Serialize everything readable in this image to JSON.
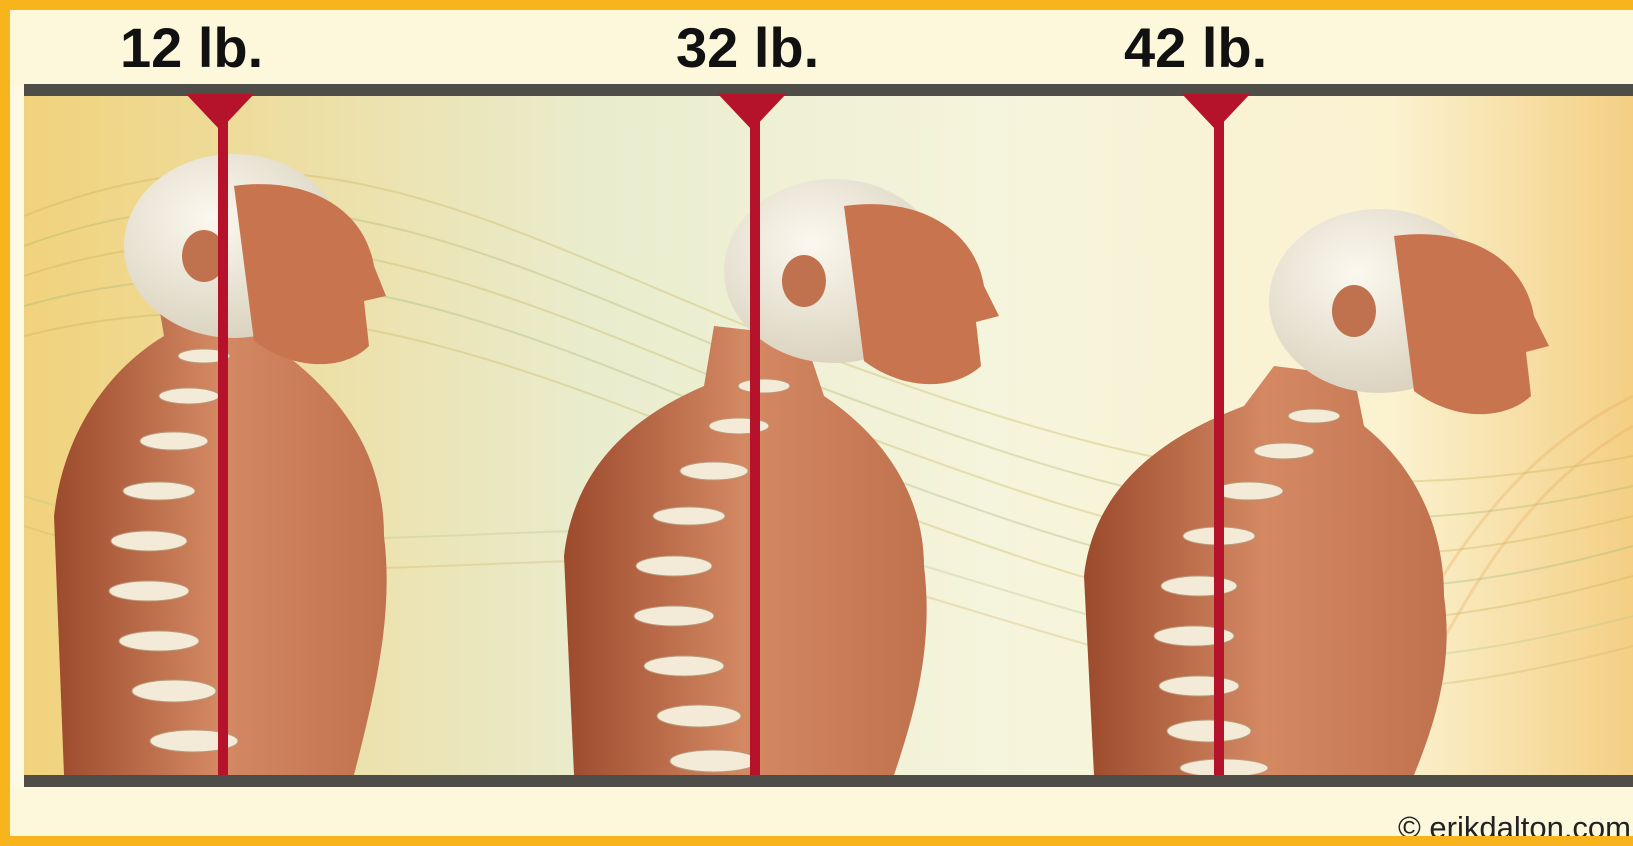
{
  "labels": [
    {
      "text": "12 lb."
    },
    {
      "text": "32 lb."
    },
    {
      "text": "42 lb."
    }
  ],
  "copyright": "© erikdalton.com",
  "colors": {
    "border": "#f7b41c",
    "plumb_line": "#b5122b",
    "bar": "#4f4d48",
    "muscle": "#c8744e",
    "skull": "#efe9da"
  },
  "figures": [
    {
      "name": "figure-12lb",
      "icon": "anatomical-figure-icon"
    },
    {
      "name": "figure-32lb",
      "icon": "anatomical-figure-icon"
    },
    {
      "name": "figure-42lb",
      "icon": "anatomical-figure-icon"
    }
  ]
}
